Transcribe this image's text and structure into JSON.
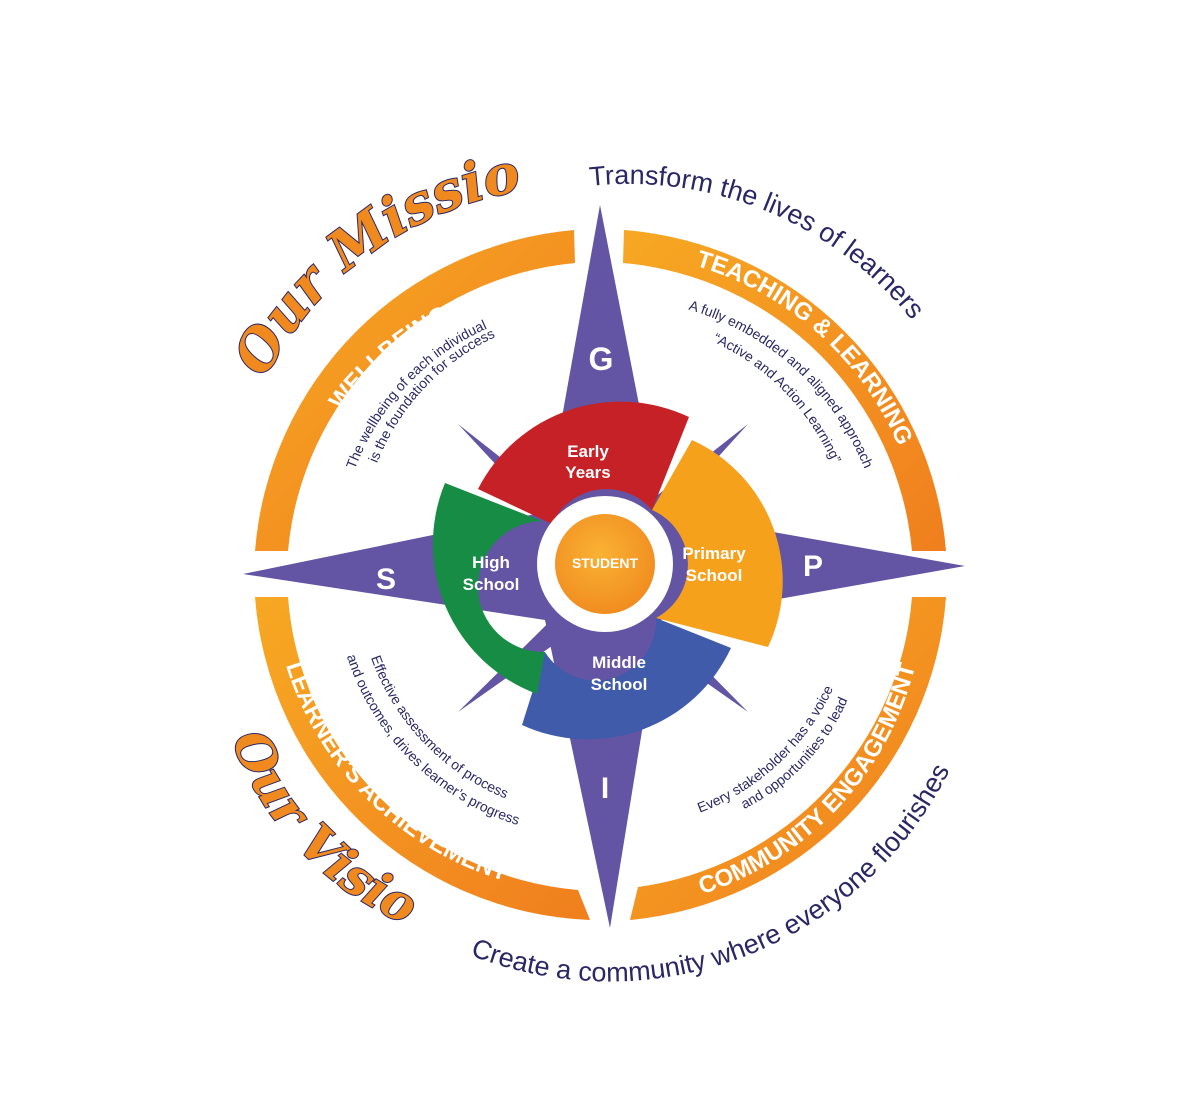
{
  "mission": {
    "title": "Our Mission",
    "statement": "Transform the lives of learners"
  },
  "vision": {
    "title": "Our Vision",
    "statement": "Create a community where everyone flourishes"
  },
  "quadrants": {
    "wellbeing": {
      "title": "WELLBEING",
      "line1": "The wellbeing of each individual",
      "line2": "is the foundation for success"
    },
    "teaching": {
      "title": "TEACHING & LEARNING",
      "line1": "A fully embedded and aligned approach",
      "line2": "“Active and Action Learning”"
    },
    "achievement": {
      "title": "LEARNER’S ACHIEVEMENT",
      "line1": "Effective assessment of process",
      "line2": "and outcomes, drives learner’s progress"
    },
    "community": {
      "title": "COMMUNITY ENGAGEMENT",
      "line1": "Every stakeholder has a voice",
      "line2": "and opportunities to lead"
    }
  },
  "compass": {
    "north": "G",
    "east": "P",
    "south": "I",
    "west": "S"
  },
  "stages": {
    "early_years": {
      "line1": "Early",
      "line2": "Years"
    },
    "primary": {
      "line1": "Primary",
      "line2": "School"
    },
    "middle": {
      "line1": "Middle",
      "line2": "School"
    },
    "high": {
      "line1": "High",
      "line2": "School"
    }
  },
  "center": {
    "label": "STUDENT"
  },
  "colors": {
    "orange": "#F5A11C",
    "orange_dark": "#F07F1E",
    "purple": "#6355A4",
    "navy": "#2B2766",
    "red": "#C52127",
    "green": "#168C45",
    "blue": "#3F5BAA",
    "mission_text": "#F08A1F"
  }
}
